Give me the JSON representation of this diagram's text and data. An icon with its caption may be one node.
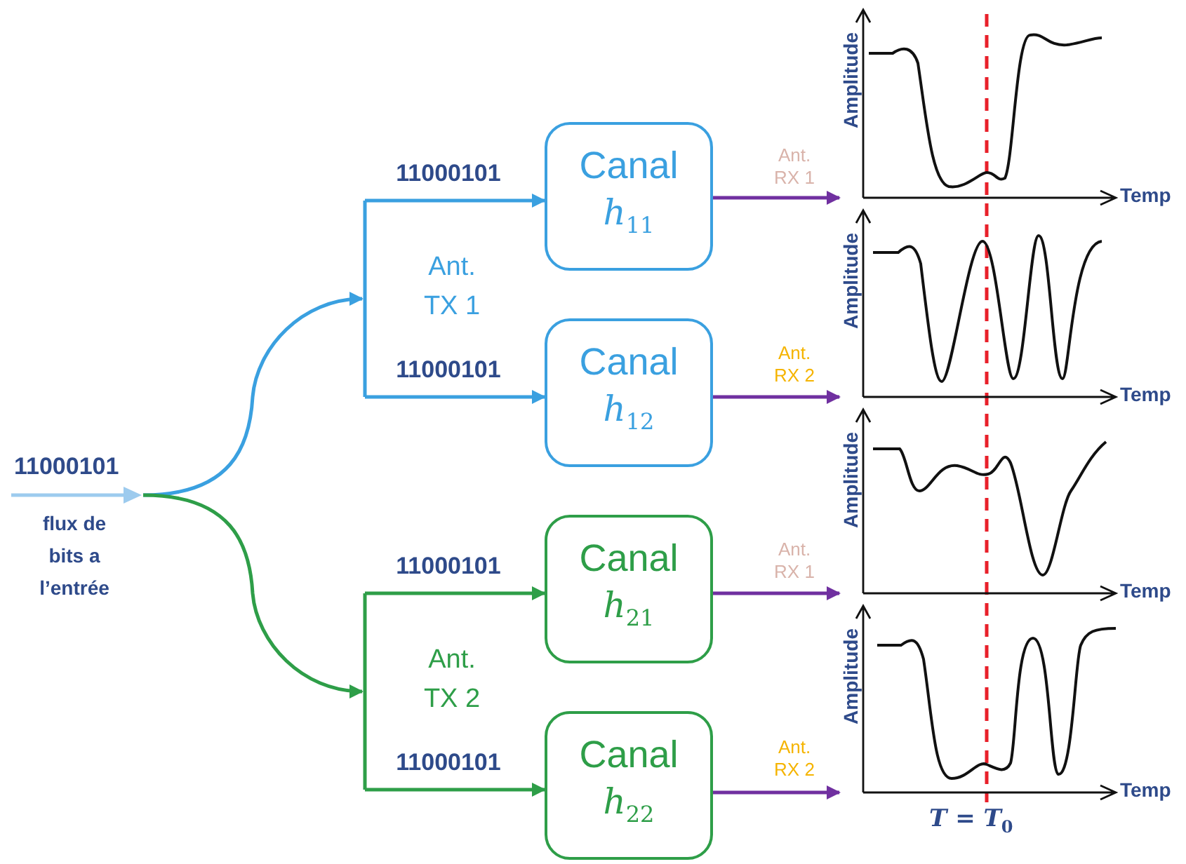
{
  "diagram": {
    "nodes": [
      {
        "text": [
          "11000101",
          "flux de bits a l’entrée"
        ]
      },
      {
        "text": [
          "Ant. TX 1"
        ]
      },
      {
        "text": [
          "Canal",
          "*h*$_{11}$"
        ]
      },
      {
        "text": [
          "Canal",
          "*h*$_{12}$"
        ]
      },
      {
        "text": [
          "Ant. TX 2"
        ]
      },
      {
        "text": [
          "Canal",
          "*h*$_{21}$"
        ]
      },
      {
        "text": [
          "Canal",
          "*h*$_{22}$"
        ]
      },
      {
        "text": [
          "Amplitude",
          "Temp"
        ]
      },
      {
        "text": [
          "Amplitude",
          "Temp"
        ]
      },
      {
        "text": [
          "Amplitude",
          "Temp"
        ]
      },
      {
        "text": [
          "Amplitude",
          "Temp"
        ]
      }
    ],
    "edges": [
      {
        "from": 0,
        "to": 1,
        "arrow": "to",
        "color": "#3aa0e0"
      },
      {
        "from": 0,
        "to": 4,
        "arrow": "to",
        "color": "#2e9e48"
      },
      {
        "from": 1,
        "to": 2,
        "arrow": "to",
        "label": "11000101",
        "color": "#3aa0e0"
      },
      {
        "from": 1,
        "to": 3,
        "arrow": "to",
        "label": "11000101",
        "color": "#3aa0e0"
      },
      {
        "from": 4,
        "to": 5,
        "arrow": "to",
        "label": "11000101",
        "color": "#2e9e48"
      },
      {
        "from": 4,
        "to": 6,
        "arrow": "to",
        "label": "11000101",
        "color": "#2e9e48"
      },
      {
        "from": 2,
        "to": 7,
        "arrow": "to",
        "label": "Ant. RX 1"
      },
      {
        "from": 3,
        "to": 8,
        "arrow": "to",
        "label": "Ant. RX 2"
      },
      {
        "from": 5,
        "to": 9,
        "arrow": "to",
        "label": "Ant. RX 1"
      },
      {
        "from": 6,
        "to": 10,
        "arrow": "to",
        "label": "Ant. RX 2"
      }
    ],
    "labels": [
      "*T* = *T*$_{0}$"
    ]
  }
}
